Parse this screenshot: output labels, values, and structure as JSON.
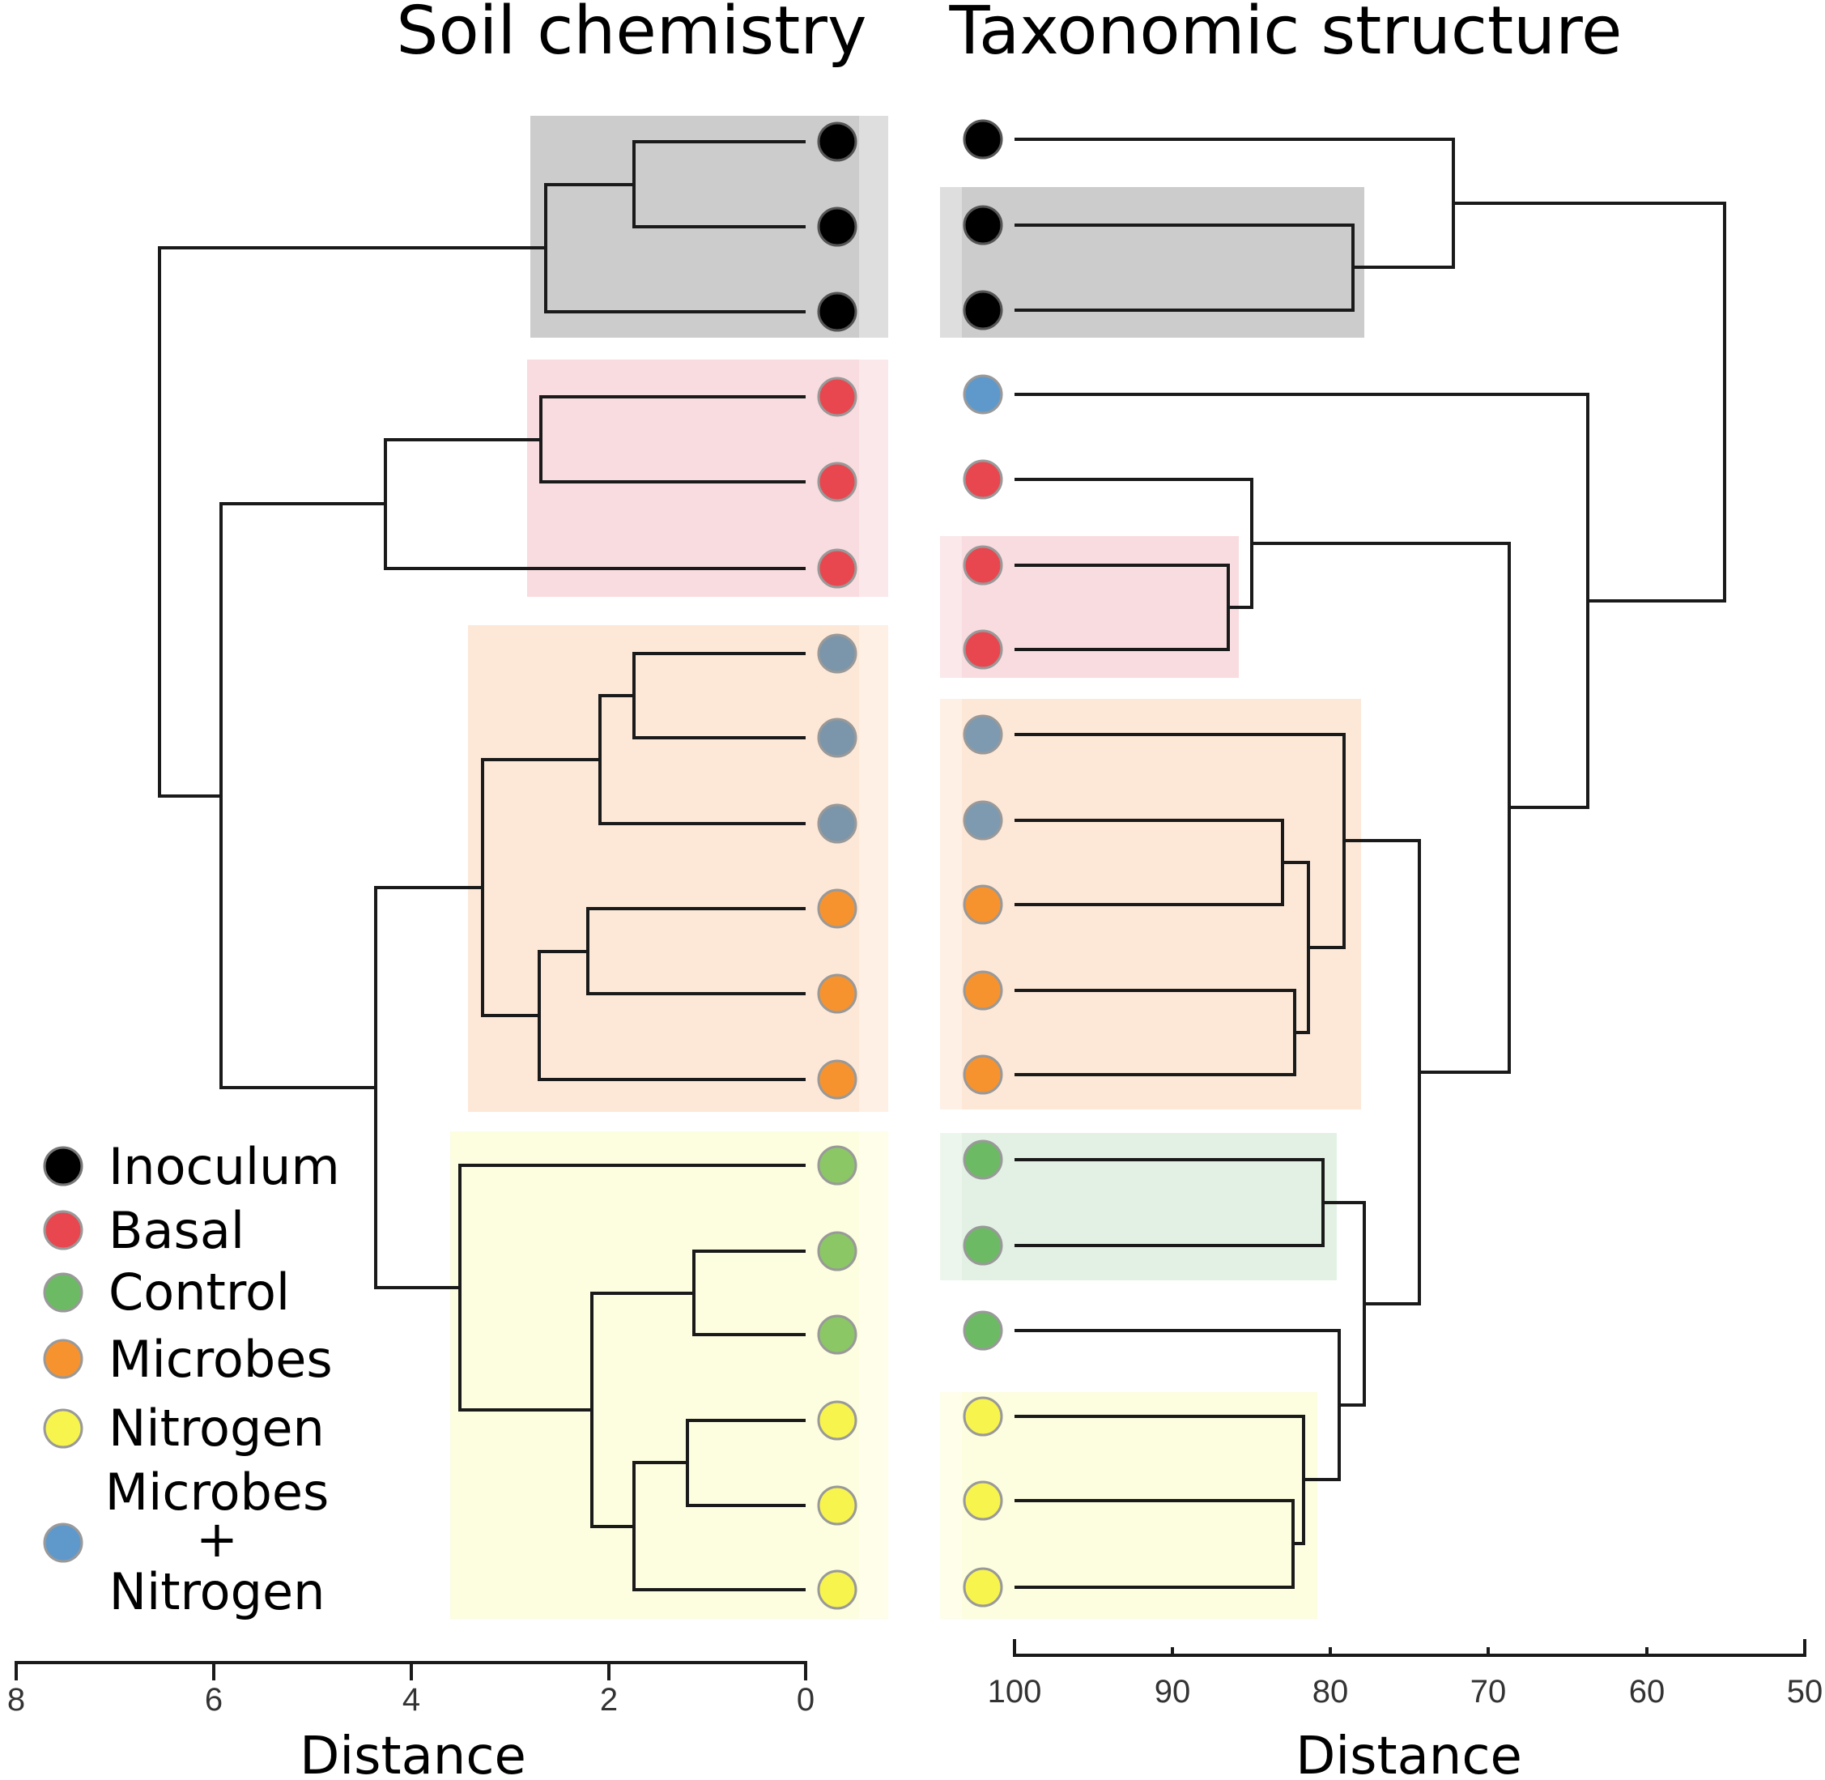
{
  "titles": {
    "left": "Soil chemistry",
    "right": "Taxonomic structure"
  },
  "axes": {
    "left": {
      "label": "Distance",
      "ticks": [
        "8",
        "6",
        "4",
        "2",
        "0"
      ],
      "range": [
        8,
        0
      ]
    },
    "right": {
      "label": "Distance",
      "ticks": [
        "100",
        "90",
        "80",
        "70",
        "60",
        "50"
      ],
      "range": [
        100,
        50
      ]
    }
  },
  "treatments": {
    "inoculum": "#000000",
    "basal": "#e8474f",
    "control": "#6cbb64",
    "control_light": "#8cc765",
    "microbes": "#f7932f",
    "nitrogen": "#f8f44e",
    "microbes_nitrogen": "#5f99cc",
    "microbes_nitrogen_soil": "#7b95aa",
    "microbes_nitrogen_tax": "#7d9ab1"
  },
  "group_shading": {
    "inoculum": "#cccccc",
    "basal": "#f8dcdf",
    "microbes": "#fde8d8",
    "control": "#e3f1e4",
    "nitrogen": "#fdfde0"
  },
  "legend": [
    {
      "label": "Inoculum",
      "color": "#000000"
    },
    {
      "label": "Basal",
      "color": "#e8474f"
    },
    {
      "label": "Control",
      "color": "#6cbb64"
    },
    {
      "label": "Microbes",
      "color": "#f7932f"
    },
    {
      "label": "Nitrogen",
      "color": "#f8f44e"
    },
    {
      "label": "Microbes\n+\nNitrogen",
      "lines": [
        "Microbes",
        "+",
        "Nitrogen"
      ],
      "color": "#5f99cc"
    }
  ]
}
